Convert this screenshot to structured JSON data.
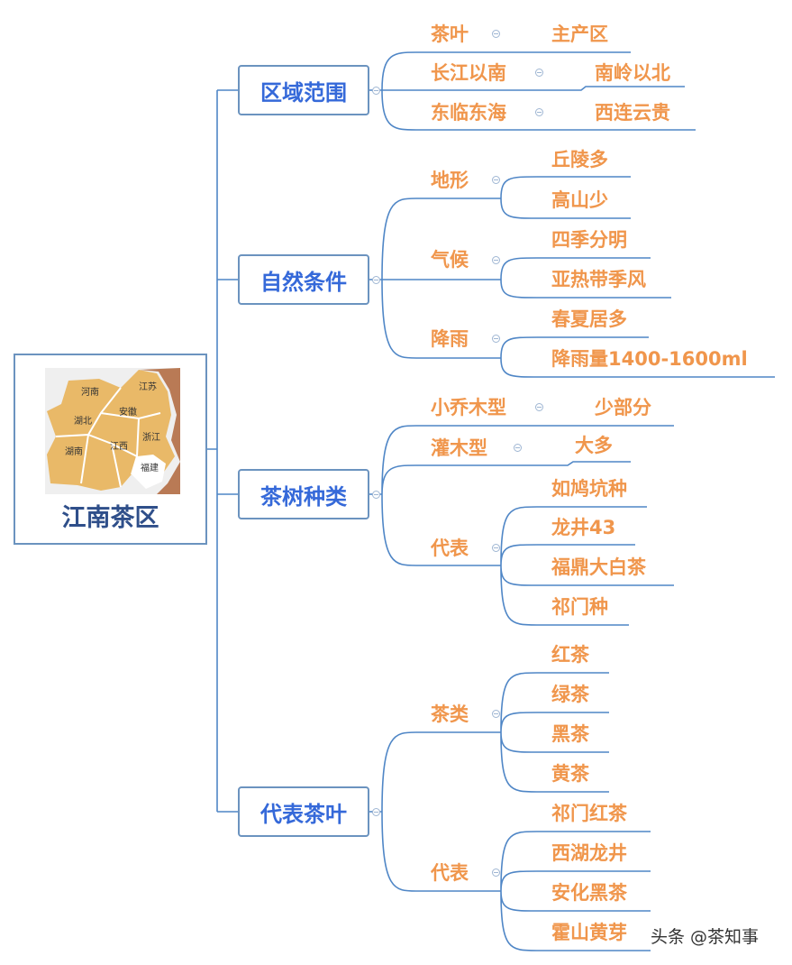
{
  "root": {
    "title": "江南茶区",
    "map_labels": [
      "河南",
      "江苏",
      "安徽",
      "湖北",
      "浙江",
      "湖南",
      "江西",
      "福建"
    ]
  },
  "branches": [
    {
      "label": "区域范围",
      "children": [
        {
          "label": "茶叶",
          "children": [
            "主产区"
          ]
        },
        {
          "label": "长江以南",
          "children": [
            "南岭以北"
          ]
        },
        {
          "label": "东临东海",
          "children": [
            "西连云贵"
          ]
        }
      ]
    },
    {
      "label": "自然条件",
      "children": [
        {
          "label": "地形",
          "children": [
            "丘陵多",
            "高山少"
          ]
        },
        {
          "label": "气候",
          "children": [
            "四季分明",
            "亚热带季风"
          ]
        },
        {
          "label": "降雨",
          "children": [
            "春夏居多",
            "降雨量1400-1600ml"
          ]
        }
      ]
    },
    {
      "label": "茶树种类",
      "children": [
        {
          "label": "小乔木型",
          "children": [
            "少部分"
          ]
        },
        {
          "label": "灌木型",
          "children": [
            "大多"
          ]
        },
        {
          "label": "代表",
          "children": [
            "如鸠坑种",
            "龙井43",
            "福鼎大白茶",
            "祁门种"
          ]
        }
      ]
    },
    {
      "label": "代表茶叶",
      "children": [
        {
          "label": "茶类",
          "children": [
            "红茶",
            "绿茶",
            "黑茶",
            "黄茶"
          ]
        },
        {
          "label": "代表",
          "children": [
            "祁门红茶",
            "西湖龙井",
            "安化黑茶",
            "霍山黄芽"
          ]
        }
      ]
    }
  ],
  "watermark": "头条 @茶知事",
  "colors": {
    "main_text": "#3569d9",
    "node_text": "#f0964c",
    "line": "#4f86c6",
    "root_text": "#2f4f8a"
  }
}
